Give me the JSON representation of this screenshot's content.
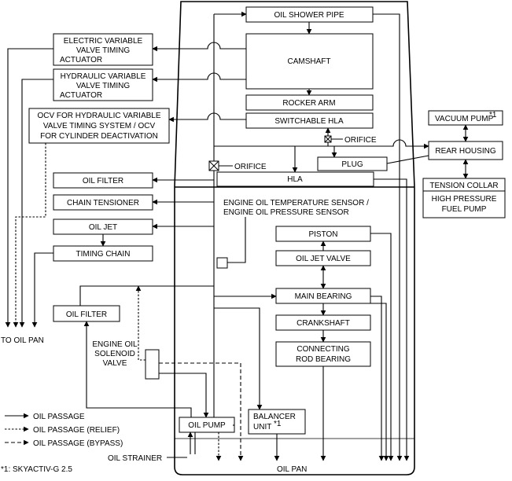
{
  "components": {
    "oil_shower_pipe": "OIL SHOWER PIPE",
    "camshaft": "CAMSHAFT",
    "rocker_arm": "ROCKER ARM",
    "switchable_hla": "SWITCHABLE HLA",
    "hla": "HLA",
    "plug": "PLUG",
    "electric_vvt": [
      "ELECTRIC VARIABLE",
      "VALVE TIMING",
      "ACTUATOR"
    ],
    "hydraulic_vvt": [
      "HYDRAULIC VARIABLE",
      "VALVE TIMING",
      "ACTUATOR"
    ],
    "ocv": [
      "OCV FOR HYDRAULIC VARIABLE",
      "VALVE TIMING SYSTEM / OCV",
      "FOR CYLINDER DEACTIVATION"
    ],
    "oil_filter_upper": "OIL FILTER",
    "chain_tensioner": "CHAIN TENSIONER",
    "oil_jet": "OIL JET",
    "timing_chain": "TIMING CHAIN",
    "oil_filter_lower": "OIL FILTER",
    "solenoid_valve": [
      "ENGINE OIL",
      "SOLENOID",
      "VALVE"
    ],
    "oil_pump": "OIL PUMP",
    "oil_strainer": "OIL STRAINER",
    "balancer_unit": [
      "BALANCER",
      "UNIT"
    ],
    "piston": "PISTON",
    "oil_jet_valve": "OIL JET VALVE",
    "main_bearing": "MAIN BEARING",
    "crankshaft": "CRANKSHAFT",
    "connecting_rod_bearing": [
      "CONNECTING",
      "ROD BEARING"
    ],
    "sensor": [
      "ENGINE OIL TEMPERATURE SENSOR /",
      "ENGINE OIL PRESSURE SENSOR"
    ],
    "vacuum_pump": "VACUUM PUMP",
    "rear_housing": "REAR HOUSING",
    "tension_collar": "TENSION COLLAR",
    "hp_fuel_pump": [
      "HIGH PRESSURE",
      "FUEL PUMP"
    ],
    "orifice_upper": "ORIFICE",
    "orifice_lower": "ORIFICE",
    "oil_pan": "OIL PAN",
    "to_oil_pan": "TO OIL PAN"
  },
  "footnote_mark": "*1",
  "legend": {
    "oil_passage": "OIL PASSAGE",
    "relief": "OIL PASSAGE (RELIEF)",
    "bypass": "OIL PASSAGE (BYPASS)"
  },
  "footnote": "*1: SKYACTIV-G 2.5"
}
